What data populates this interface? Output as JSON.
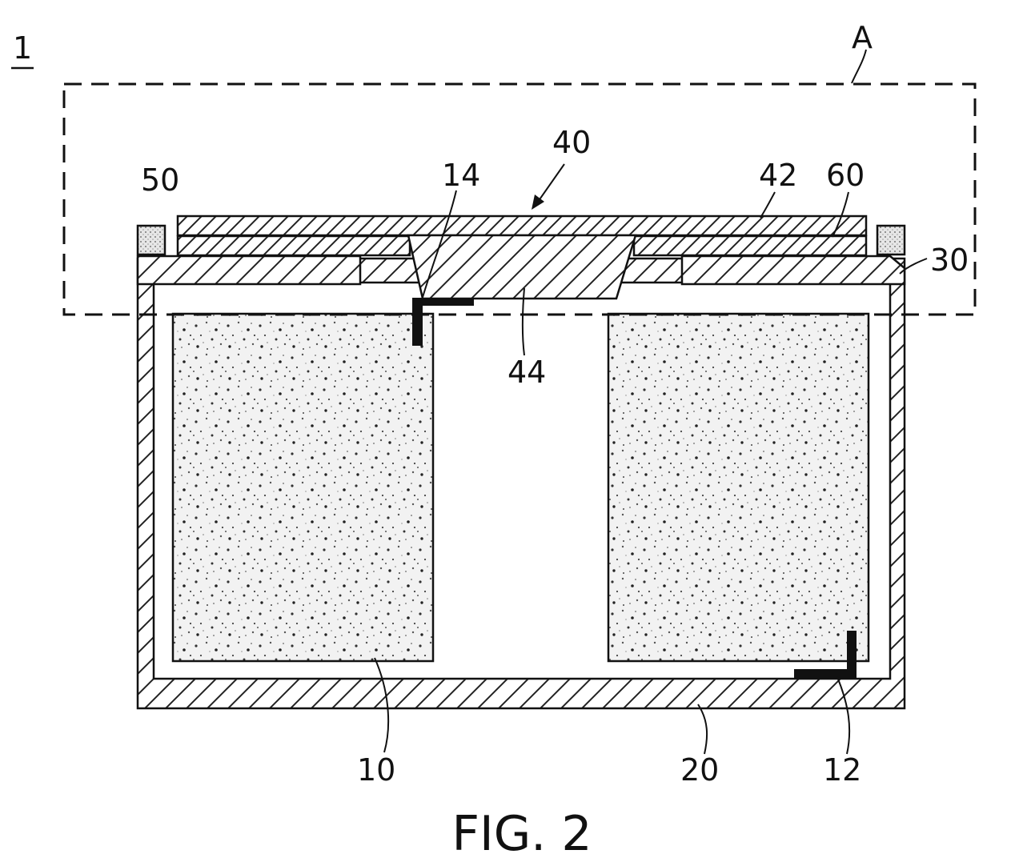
{
  "figure": {
    "caption": "FIG. 2",
    "device_ref": "1",
    "region_ref": "A",
    "labels": {
      "pouch": "10",
      "lead_bottom": "12",
      "lead_top": "14",
      "case": "20",
      "cap_plate": "30",
      "terminal": "40",
      "terminal_plate": "42",
      "terminal_pin": "44",
      "gasket": "50",
      "insulator": "60"
    }
  }
}
